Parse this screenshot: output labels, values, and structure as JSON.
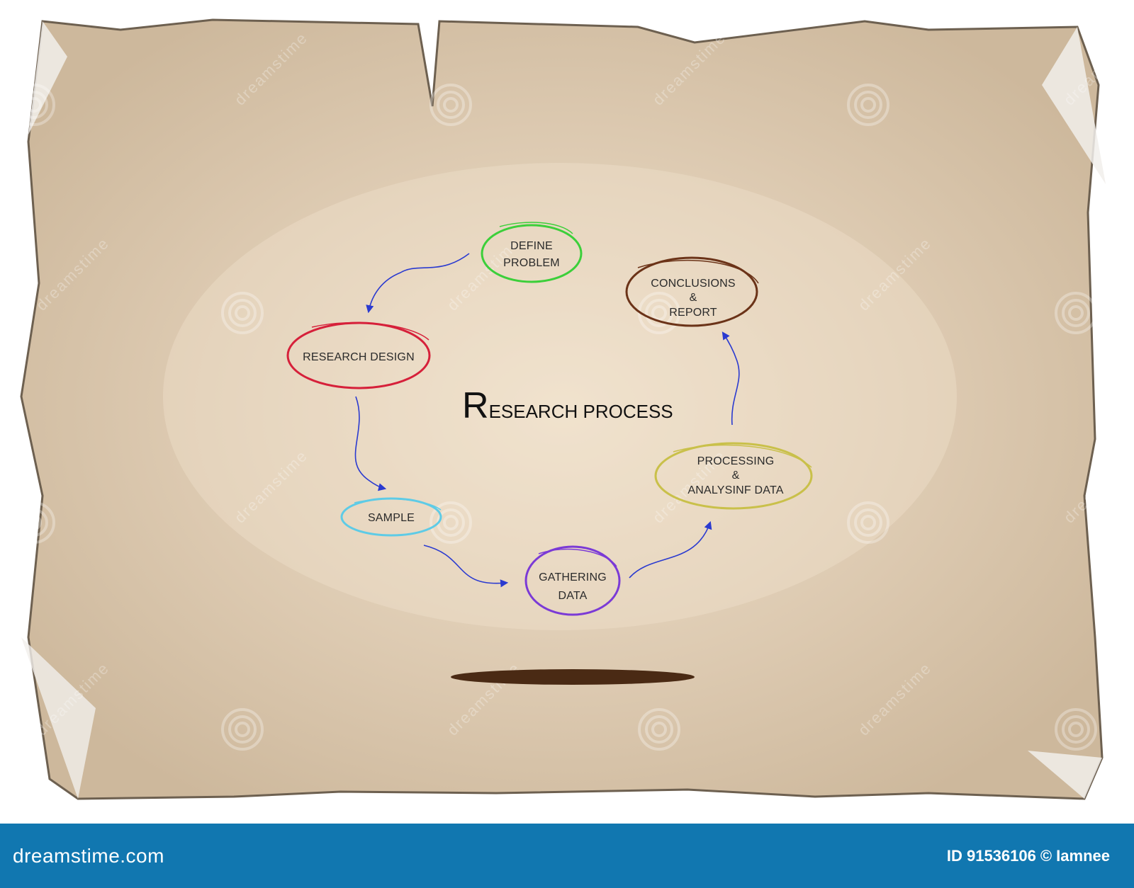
{
  "diagram": {
    "title_initial": "R",
    "title_rest": "ESEARCH PROCESS",
    "nodes": [
      {
        "id": "define",
        "lines": [
          "DEFINE",
          "PROBLEM"
        ],
        "color": "#3ccf3a"
      },
      {
        "id": "design",
        "lines": [
          "RESEARCH DESIGN"
        ],
        "color": "#d6203a"
      },
      {
        "id": "sample",
        "lines": [
          "SAMPLE"
        ],
        "color": "#5ecbe6"
      },
      {
        "id": "gather",
        "lines": [
          "GATHERING",
          "DATA"
        ],
        "color": "#7b3ad6"
      },
      {
        "id": "process",
        "lines": [
          "PROCESSING",
          "&",
          "ANALYSINF DATA"
        ],
        "color": "#c9c04a"
      },
      {
        "id": "conclude",
        "lines": [
          "CONCLUSIONS",
          "&",
          "REPORT"
        ],
        "color": "#6b3318"
      }
    ],
    "arrow_color": "#2a3ad0",
    "paper_color": "#d9c8b0",
    "shadow_color": "#4a2a14"
  },
  "watermark": {
    "text": "dreamstime"
  },
  "footer": {
    "brand": "dreamstime.com",
    "id_label": "ID 91536106",
    "author": "© Iamnee",
    "color": "#1177b0"
  }
}
